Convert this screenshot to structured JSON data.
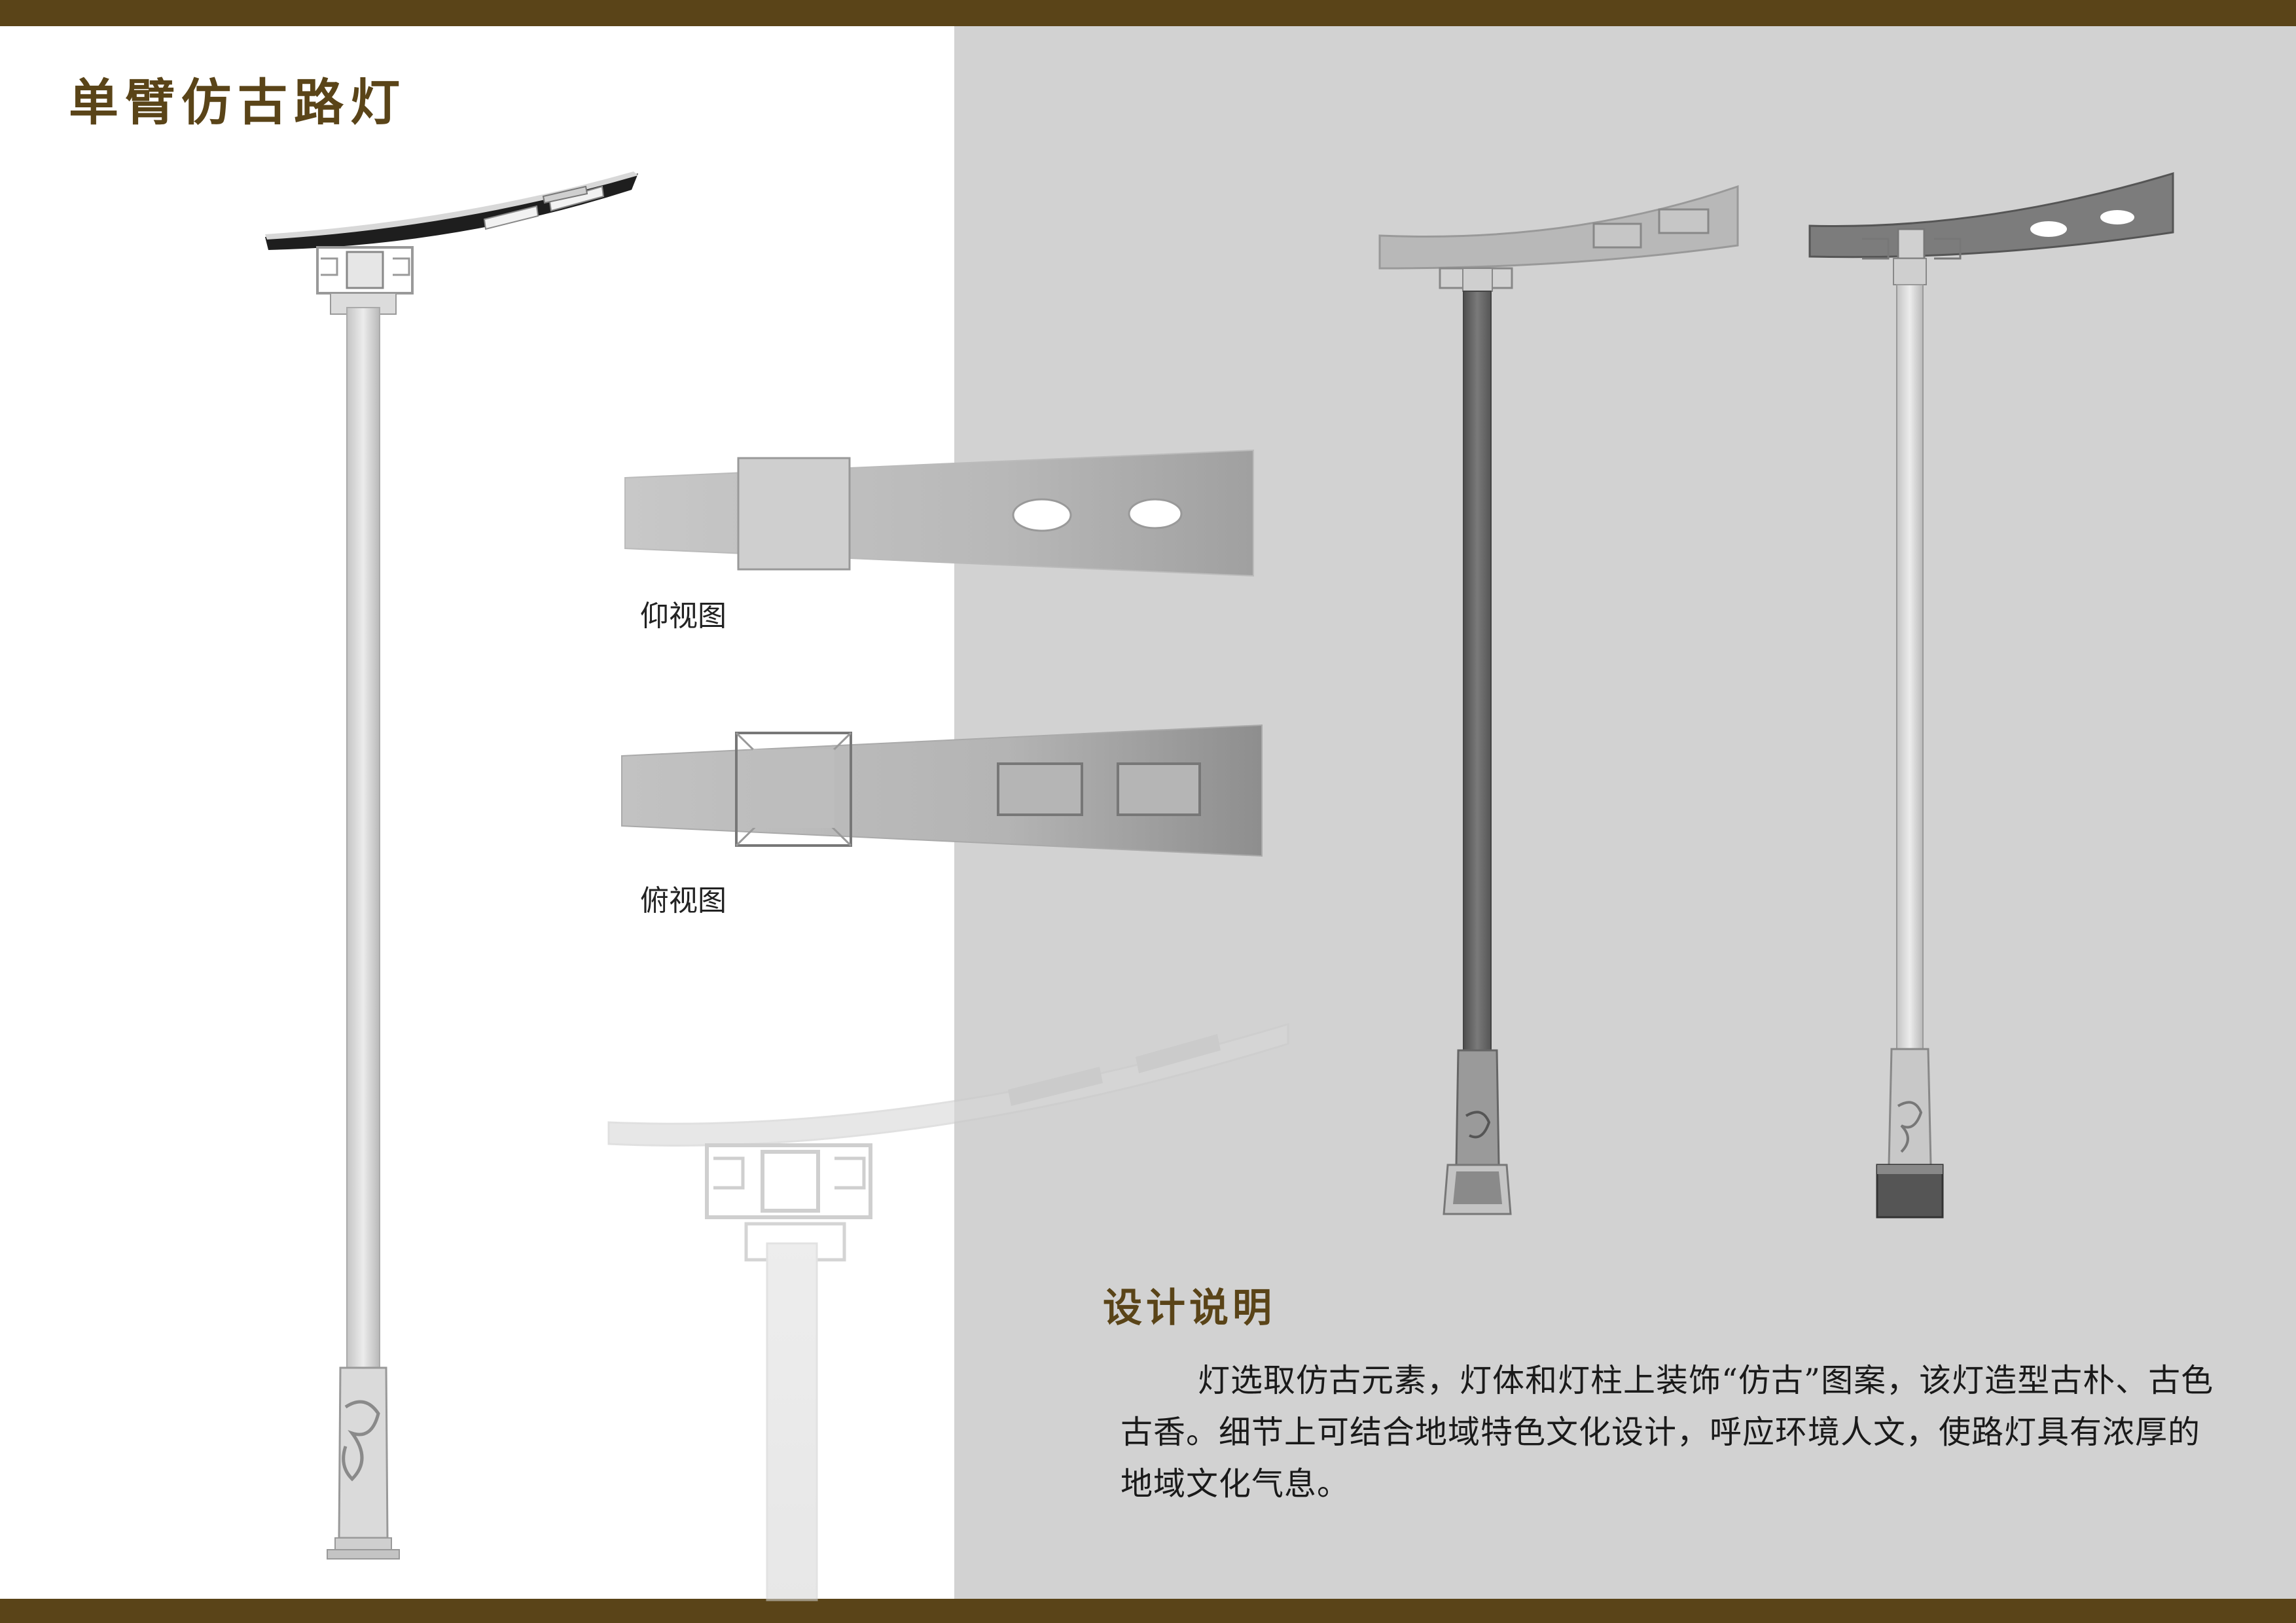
{
  "page": {
    "title": "单臂仿古路灯",
    "frame_color": "#5a4418",
    "title_color": "#5a4418",
    "panel_color": "#d2d2d2"
  },
  "views": {
    "bottom_view_label": "仰视图",
    "top_view_label": "俯视图"
  },
  "description": {
    "heading": "设计说明",
    "body": "灯选取仿古元素，灯体和灯柱上装饰“仿古”图案，该灯造型古朴、古色古香。细节上可结合地域特色文化设计，呼应环境人文，使路灯具有浓厚的地域文化气息。"
  }
}
